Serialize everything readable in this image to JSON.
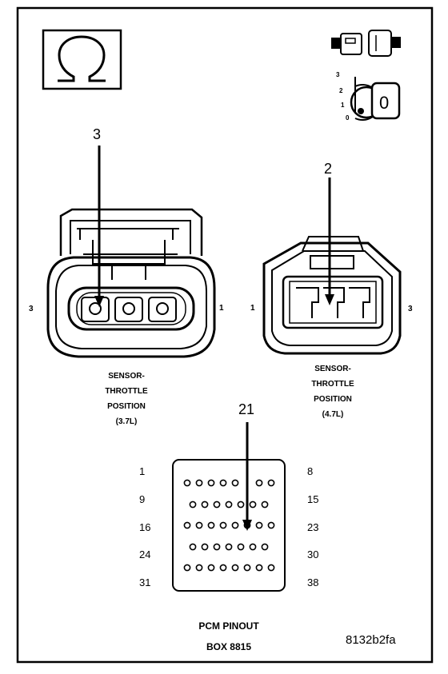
{
  "icons": {
    "ohm_symbol": "ohm-icon",
    "connector_disconnect": "connector-disconnect-icon",
    "ignition_key": "ignition-key-icon"
  },
  "ignition": {
    "positions": [
      "3",
      "2",
      "1",
      "0"
    ],
    "key_label": "0"
  },
  "sensor_37": {
    "caption_lines": [
      "SENSOR-",
      "THROTTLE",
      "POSITION",
      "(3.7L)"
    ],
    "callout": "3",
    "left_pin": "3",
    "right_pin": "1"
  },
  "sensor_47": {
    "caption_lines": [
      "SENSOR-",
      "THROTTLE",
      "POSITION",
      "(4.7L)"
    ],
    "callout": "2",
    "left_pin": "1",
    "right_pin": "3"
  },
  "pcm": {
    "callout": "21",
    "left_labels": [
      "1",
      "9",
      "16",
      "24",
      "31"
    ],
    "right_labels": [
      "8",
      "15",
      "23",
      "30",
      "38"
    ],
    "title_lines": [
      "PCM PINOUT",
      "BOX 8815"
    ]
  },
  "figure_id": "8132b2fa"
}
